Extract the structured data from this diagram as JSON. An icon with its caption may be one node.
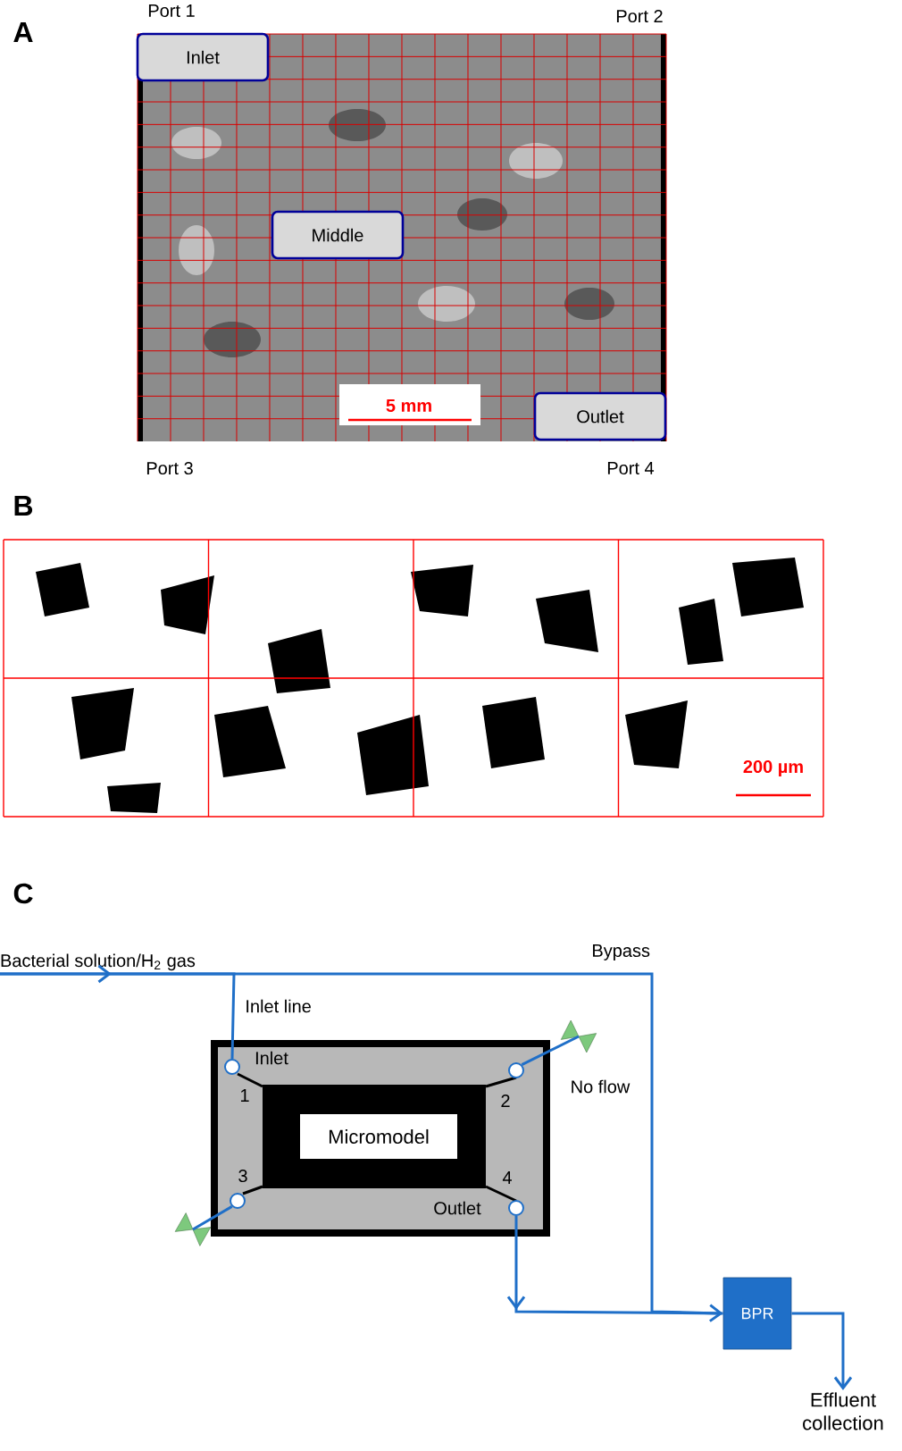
{
  "diagram": {
    "nodes": [
      {
        "text": [
          "Inlet"
        ]
      },
      {
        "text": [
          "Middle"
        ]
      },
      {
        "text": [
          "Outlet"
        ]
      },
      {
        "text": [
          "Bacterial solution/H$_{2}$ gas"
        ]
      },
      {
        "text": [],
        "shape": "box"
      },
      {
        "text": [
          "Micromodel"
        ],
        "in": 4
      },
      {
        "text": [],
        "shape": "circle",
        "in": 4,
        "beside": [
          "Inlet",
          "1"
        ]
      },
      {
        "text": [],
        "shape": "circle",
        "in": 4,
        "beside": [
          "2"
        ]
      },
      {
        "text": [],
        "shape": "circle",
        "in": 4,
        "beside": [
          "3"
        ]
      },
      {
        "text": [],
        "shape": "circle",
        "in": 4,
        "beside": [
          "4",
          "Outlet"
        ]
      },
      {
        "text": [],
        "shape": "valve",
        "beside": [
          "No flow"
        ]
      },
      {
        "text": [],
        "shape": "valve"
      },
      {
        "text": [
          "BPR"
        ]
      },
      {
        "text": [
          "Effluent collection"
        ]
      }
    ],
    "edges": [
      {
        "from": 3,
        "to": 6,
        "arrow": "to",
        "label": "Inlet line"
      },
      {
        "from": 3,
        "to": 12,
        "arrow": "to",
        "label": "Bypass"
      },
      {
        "from": 9,
        "to": 12,
        "arrow": "to"
      },
      {
        "from": 7,
        "to": 10,
        "arrow": "none"
      },
      {
        "from": 8,
        "to": 11,
        "arrow": "none"
      },
      {
        "from": 12,
        "to": 13,
        "arrow": "to"
      }
    ],
    "labels": [
      "A",
      "Port 1",
      "Port 2",
      "5 mm",
      "Port 3",
      "Port 4",
      "B",
      "200 µm",
      "C"
    ]
  }
}
